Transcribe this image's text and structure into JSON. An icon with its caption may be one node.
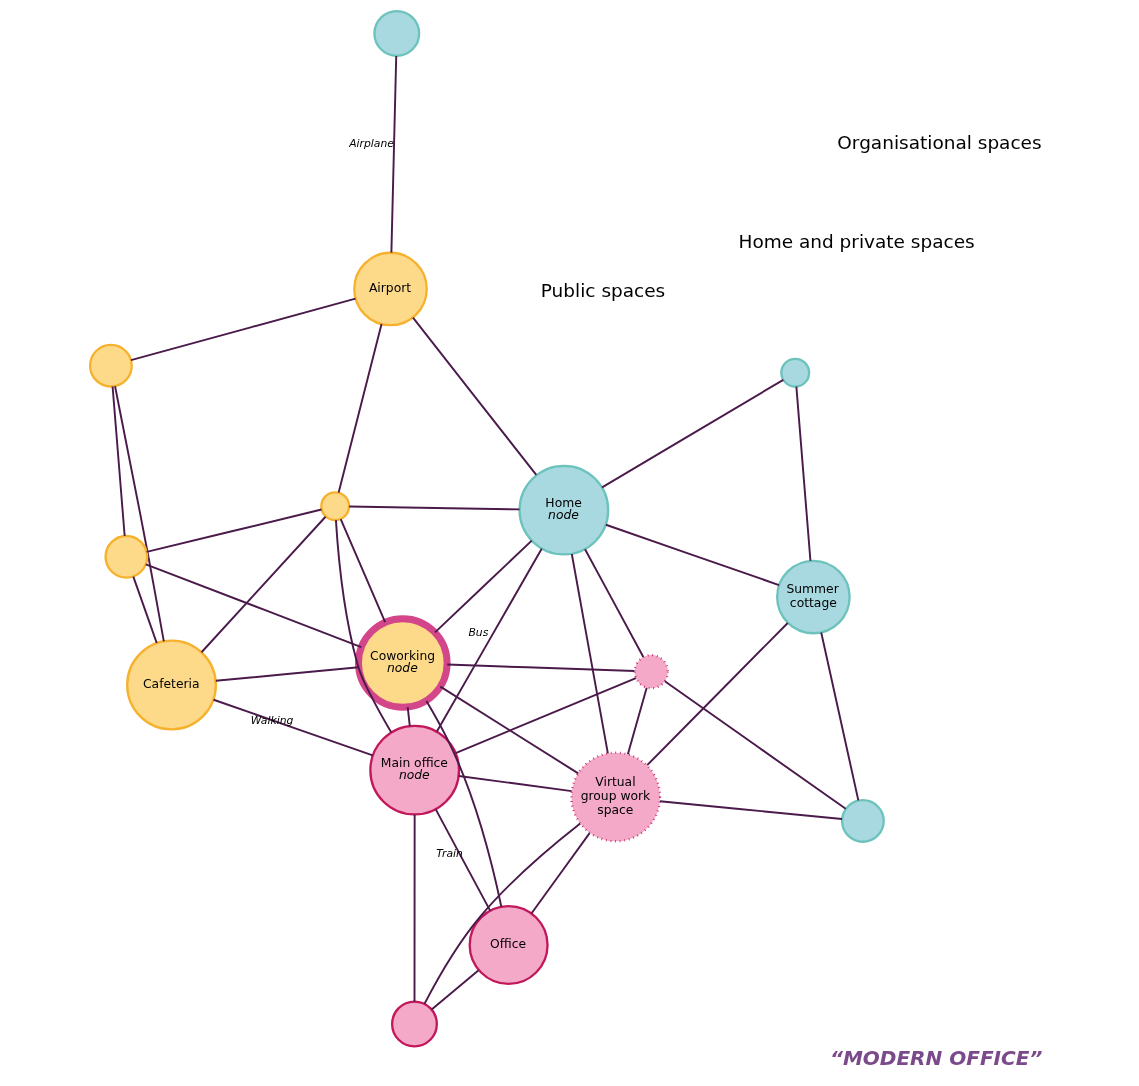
{
  "diagram": {
    "caption": "“MODERN OFFICE”",
    "nodes": [
      {
        "text": [],
        "shape": "circle"
      },
      {
        "text": [
          "Airport"
        ]
      },
      {
        "text": [
          "Cafeteria"
        ]
      },
      {
        "text": [],
        "shape": "circle"
      },
      {
        "text": [],
        "shape": "circle"
      },
      {
        "text": [
          "Coworking",
          "node"
        ]
      },
      {
        "text": [
          "Main office",
          "node"
        ]
      },
      {
        "text": [
          "Office"
        ]
      },
      {
        "text": [],
        "shape": "circle"
      },
      {
        "text": [
          "Virtual group work space"
        ]
      },
      {
        "text": [],
        "shape": "circle"
      },
      {
        "text": [
          "Home",
          "node"
        ]
      },
      {
        "text": [
          "Summer cottage"
        ]
      },
      {
        "text": [],
        "shape": "circle"
      },
      {
        "text": [],
        "shape": "circle"
      },
      {
        "text": [],
        "shape": "circle"
      }
    ],
    "edges": [
      {
        "from": 0,
        "to": 1,
        "arrow": "none"
      },
      {
        "from": 0,
        "to": 2,
        "arrow": "none"
      },
      {
        "from": 0,
        "to": 4,
        "arrow": "none"
      },
      {
        "from": 1,
        "to": 13,
        "arrow": "none",
        "label": "Airplane"
      },
      {
        "from": 1,
        "to": 3,
        "arrow": "none"
      },
      {
        "from": 1,
        "to": 11,
        "arrow": "none"
      },
      {
        "from": 2,
        "to": 3,
        "arrow": "none"
      },
      {
        "from": 2,
        "to": 4,
        "arrow": "none"
      },
      {
        "from": 2,
        "to": 5,
        "arrow": "none"
      },
      {
        "from": 2,
        "to": 6,
        "arrow": "none",
        "label": "Walking"
      },
      {
        "from": 3,
        "to": 4,
        "arrow": "none"
      },
      {
        "from": 3,
        "to": 5,
        "arrow": "none"
      },
      {
        "from": 3,
        "to": 6,
        "arrow": "none"
      },
      {
        "from": 3,
        "to": 11,
        "arrow": "none"
      },
      {
        "from": 4,
        "to": 5,
        "arrow": "none"
      },
      {
        "from": 5,
        "to": 11,
        "arrow": "none"
      },
      {
        "from": 5,
        "to": 10,
        "arrow": "none"
      },
      {
        "from": 5,
        "to": 9,
        "arrow": "none"
      },
      {
        "from": 5,
        "to": 6,
        "arrow": "none"
      },
      {
        "from": 5,
        "to": 7,
        "arrow": "none"
      },
      {
        "from": 6,
        "to": 11,
        "arrow": "none",
        "label": "Bus"
      },
      {
        "from": 6,
        "to": 10,
        "arrow": "none"
      },
      {
        "from": 6,
        "to": 9,
        "arrow": "none"
      },
      {
        "from": 6,
        "to": 7,
        "arrow": "none",
        "label": "Train"
      },
      {
        "from": 6,
        "to": 8,
        "arrow": "none"
      },
      {
        "from": 7,
        "to": 9,
        "arrow": "none"
      },
      {
        "from": 7,
        "to": 8,
        "arrow": "none"
      },
      {
        "from": 8,
        "to": 9,
        "arrow": "none"
      },
      {
        "from": 10,
        "to": 9,
        "arrow": "none"
      },
      {
        "from": 10,
        "to": 15,
        "arrow": "none"
      },
      {
        "from": 11,
        "to": 10,
        "arrow": "none"
      },
      {
        "from": 11,
        "to": 9,
        "arrow": "none"
      },
      {
        "from": 11,
        "to": 12,
        "arrow": "none"
      },
      {
        "from": 11,
        "to": 14,
        "arrow": "none"
      },
      {
        "from": 12,
        "to": 14,
        "arrow": "none"
      },
      {
        "from": 12,
        "to": 9,
        "arrow": "none"
      },
      {
        "from": 12,
        "to": 15,
        "arrow": "none"
      },
      {
        "from": 15,
        "to": 9,
        "arrow": "none"
      }
    ],
    "labels": [
      "Home and private spaces",
      "Public spaces",
      "Organisational spaces"
    ]
  }
}
